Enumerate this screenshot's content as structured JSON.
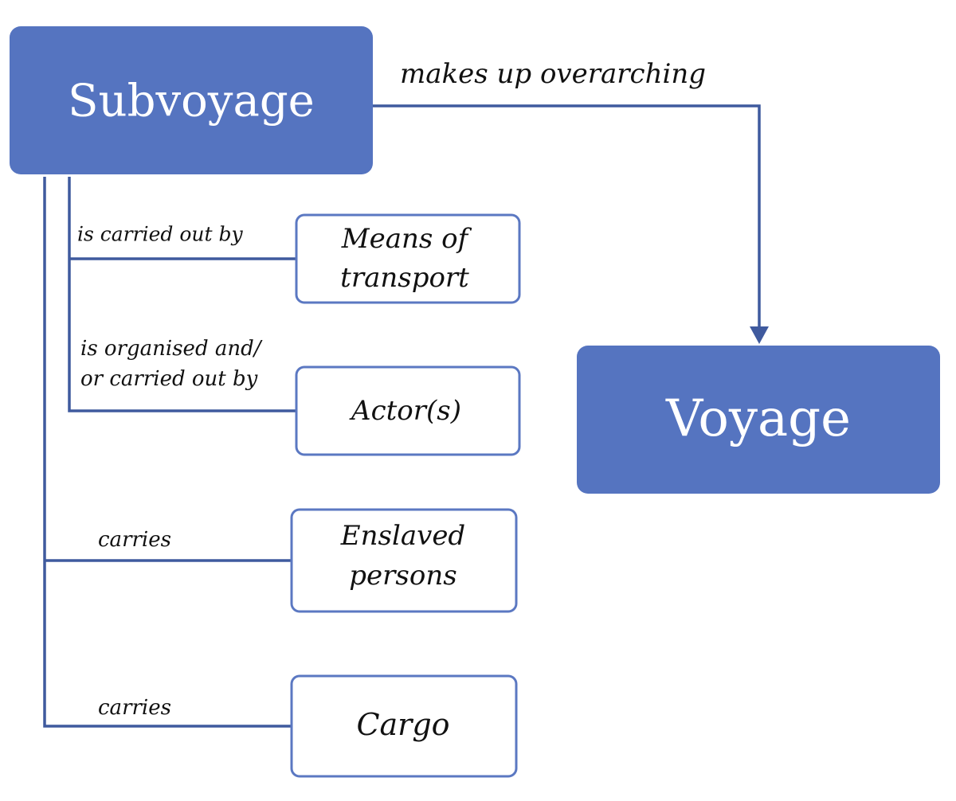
{
  "colors": {
    "primary_fill": "#5574c0",
    "line": "#3f5a9e",
    "outline": "#5b78c2",
    "text_dark": "#111111",
    "text_light": "#ffffff"
  },
  "nodes": {
    "subvoyage": {
      "label": "Subvoyage"
    },
    "voyage": {
      "label": "Voyage"
    },
    "means_of_transport": {
      "line1": "Means of",
      "line2": "transport"
    },
    "actors": {
      "label": "Actor(s)"
    },
    "enslaved_persons": {
      "line1": "Enslaved",
      "line2": "persons"
    },
    "cargo": {
      "label": "Cargo"
    }
  },
  "edges": {
    "makes_up": {
      "label": "makes up overarching"
    },
    "carried_out_by": {
      "label": "is carried out by"
    },
    "organised_by": {
      "line1": "is organised and/",
      "line2": "or carried out by"
    },
    "carries_persons": {
      "label": "carries"
    },
    "carries_cargo": {
      "label": "carries"
    }
  }
}
